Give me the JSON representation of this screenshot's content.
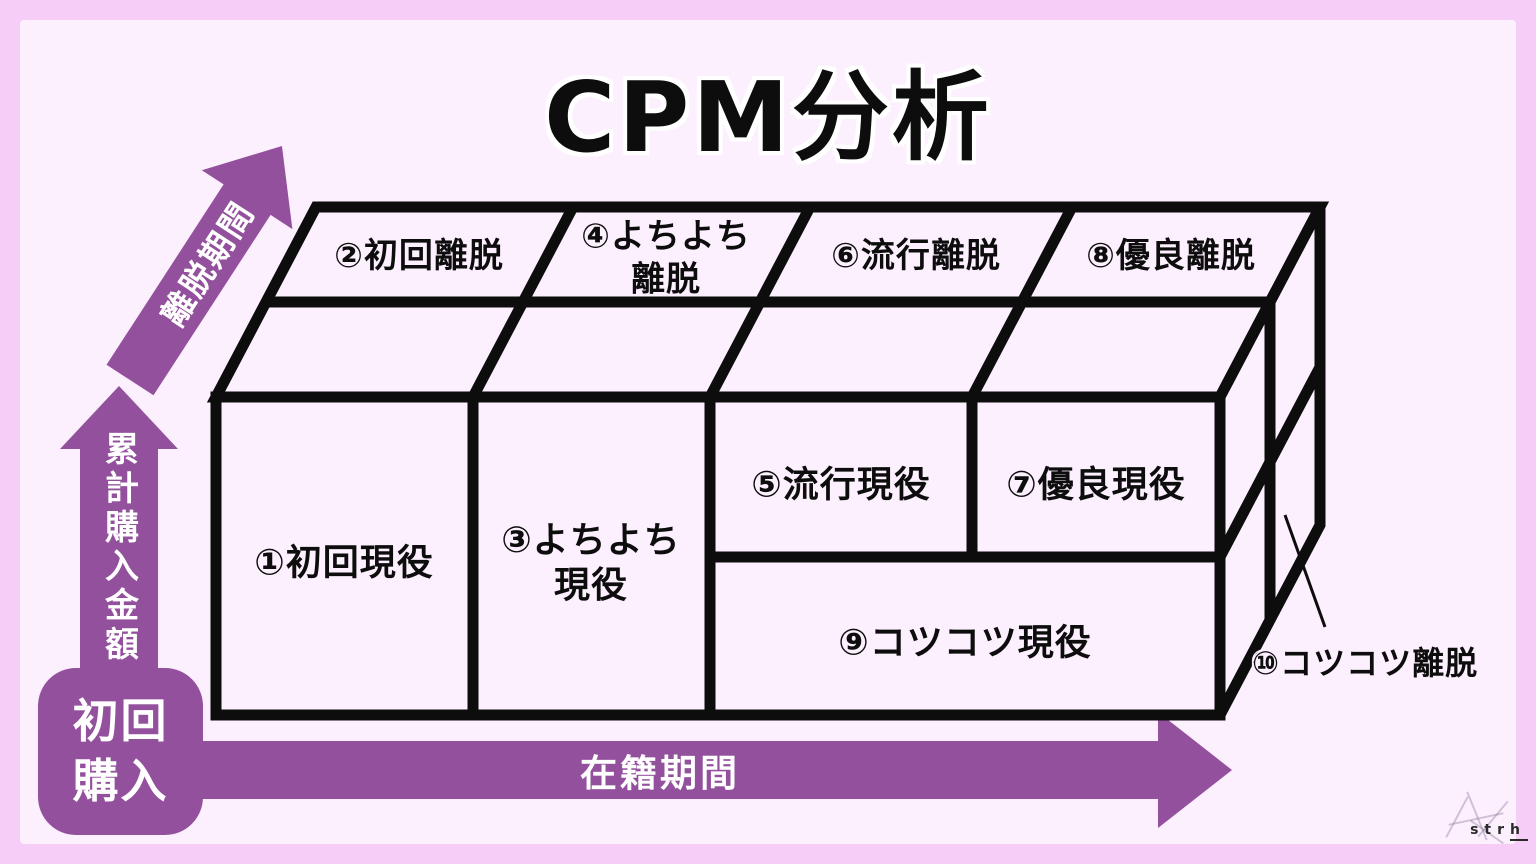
{
  "title": "CPM分析",
  "arrows": {
    "churn_period": "離脱期間",
    "cumulative_purchase_amount": "累計購入金額",
    "membership_period": "在籍期間"
  },
  "first_purchase_box": "初回\n購入",
  "cells": {
    "c1": "①初回現役",
    "c2": "②初回離脱",
    "c3": "③よちよち\n現役",
    "c4": "④よちよち\n離脱",
    "c5": "⑤流行現役",
    "c6": "⑥流行離脱",
    "c7": "⑦優良現役",
    "c8": "⑧優良離脱",
    "c9": "⑨コツコツ現役",
    "c10": "⑩コツコツ離脱"
  },
  "watermark": "strh",
  "colors": {
    "frame": "#f5cdf6",
    "panel": "#fdf0fe",
    "accent_purple": "#93519d",
    "line_black": "#0d0d0d",
    "label_white": "#ffffff"
  }
}
